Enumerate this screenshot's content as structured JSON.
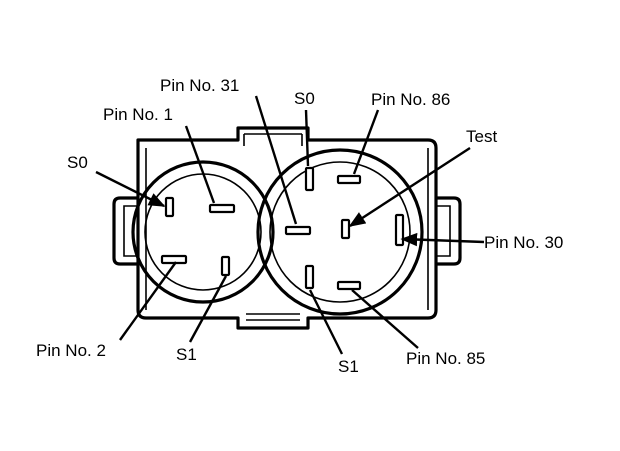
{
  "labels": {
    "pin1": "Pin No. 1",
    "pin31": "Pin No. 31",
    "s0_top": "S0",
    "pin86": "Pin No. 86",
    "test": "Test",
    "s0_left": "S0",
    "pin30": "Pin No. 30",
    "pin2": "Pin No. 2",
    "s1_left": "S1",
    "s1_right": "S1",
    "pin85": "Pin No. 85"
  }
}
